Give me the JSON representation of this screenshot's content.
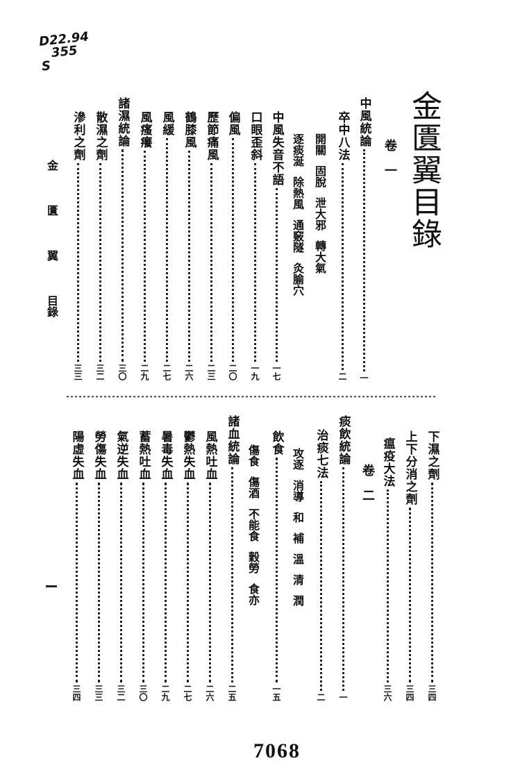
{
  "catalog_note": {
    "line1": "D22.94",
    "line2": "355",
    "mark": "S"
  },
  "book_title": "金匱翼目錄",
  "fold_label": [
    "金",
    "匱",
    "翼",
    "目錄"
  ],
  "lower_fold_number": "一",
  "stamp_number": "7068",
  "upper": {
    "juan": "卷一",
    "entries": [
      {
        "title": "中風統論",
        "page": "一"
      },
      {
        "title": "卒中八法",
        "page": "二"
      },
      {
        "title": "中風失音不語",
        "page": "一七"
      },
      {
        "title": "口眼歪斜",
        "page": "一九"
      },
      {
        "title": "偏風",
        "page": "二〇"
      },
      {
        "title": "歷節痛風",
        "page": "二三"
      },
      {
        "title": "鶴膝風",
        "page": "二六"
      },
      {
        "title": "風緩",
        "page": "二七"
      },
      {
        "title": "風瘙癢",
        "page": "二九"
      },
      {
        "title": "諸濕統論",
        "page": "三〇"
      },
      {
        "title": "散濕之劑",
        "page": "三二"
      },
      {
        "title": "滲利之劑",
        "page": "三三"
      }
    ],
    "sublines": [
      [
        "開關",
        "固脫",
        "泄大邪",
        "轉大氣"
      ],
      [
        "逐痰涎",
        "除熱風",
        "通竅隧",
        "灸腧穴"
      ]
    ]
  },
  "lower": {
    "juan": "卷二",
    "entries": [
      {
        "title": "下濕之劑",
        "page": "三四"
      },
      {
        "title": "上下分消之劑",
        "page": "三四"
      },
      {
        "title": "瘟疫大法",
        "page": "三六"
      },
      {
        "title": "痰飲統論",
        "page": "一"
      },
      {
        "title": "治痰七法",
        "page": "二"
      },
      {
        "title": "飲食",
        "page": "一五"
      },
      {
        "title": "諸血統論",
        "page": "二五"
      },
      {
        "title": "風熱吐血",
        "page": "二六"
      },
      {
        "title": "鬱熱失血",
        "page": "二七"
      },
      {
        "title": "暑毒失血",
        "page": "二九"
      },
      {
        "title": "蓄熱吐血",
        "page": "三〇"
      },
      {
        "title": "氣逆失血",
        "page": "三二"
      },
      {
        "title": "勞傷失血",
        "page": "三三"
      },
      {
        "title": "陽虛失血",
        "page": "三四"
      }
    ],
    "sublines": [
      [
        "攻逐",
        "消導",
        "和",
        "補",
        "溫",
        "清",
        "潤"
      ],
      [
        "傷食",
        "傷酒",
        "不能食",
        "穀勞",
        "食亦"
      ]
    ]
  }
}
